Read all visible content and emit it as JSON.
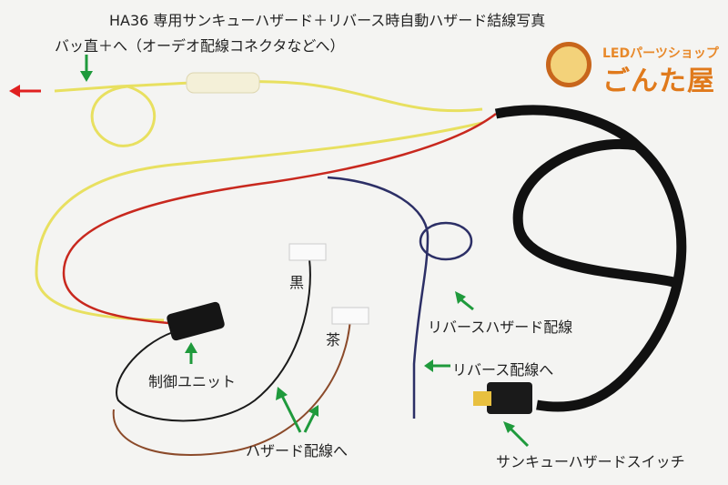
{
  "title": "HA36 専用サンキューハザード＋リバース時自動ハザード結線写真",
  "labels": {
    "battery": "バッ直＋へ（オーデオ配線コネクタなどへ）",
    "black": "黒",
    "brown": "茶",
    "control_unit": "制御ユニット",
    "reverse_hazard_wire": "リバースハザード配線",
    "to_reverse_wire": "リバース配線へ",
    "to_hazard_wire": "ハザード配線へ",
    "thank_you_switch": "サンキューハザードスイッチ"
  },
  "logo": {
    "top": "LEDパーツショップ",
    "main": "ごんた屋"
  },
  "colors": {
    "arrow_green": "#1f9a3c",
    "arrow_red": "#e02020",
    "wire_yellow": "#e8e060",
    "wire_red": "#c8281e",
    "wire_black": "#1a1a1a",
    "wire_brown": "#8b4a2a",
    "wire_navy": "#2c2f66"
  }
}
